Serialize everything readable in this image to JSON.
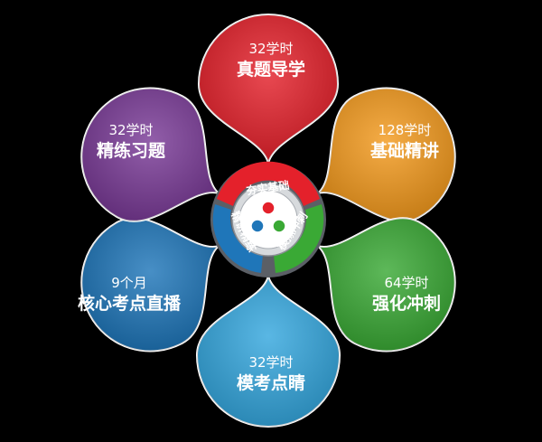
{
  "colors": {
    "background": "#000000",
    "red": "#e4212b",
    "orange": "#f39a1e",
    "green": "#3aa935",
    "lightblue": "#35a7de",
    "blue": "#1f76b9",
    "purple": "#7a3b97",
    "hub_ring": "#bfc3c8"
  },
  "petals": [
    {
      "id": "top",
      "sub": "32学时",
      "main": "真题导学",
      "color": "#e4212b"
    },
    {
      "id": "upper-right",
      "sub": "128学时",
      "main": "基础精讲",
      "color": "#f39a1e"
    },
    {
      "id": "lower-right",
      "sub": "64学时",
      "main": "强化冲刺",
      "color": "#3aa935"
    },
    {
      "id": "bottom",
      "sub": "32学时",
      "main": "模考点睛",
      "color": "#35a7de"
    },
    {
      "id": "lower-left",
      "sub": "9个月",
      "main": "核心考点直播",
      "color": "#1f76b9"
    },
    {
      "id": "upper-left",
      "sub": "32学时",
      "main": "精练习题",
      "color": "#7a3b97"
    }
  ],
  "hub": {
    "top_label": "夯实基础",
    "right_label": "模拟冲刺",
    "left_label": "精讲精练"
  }
}
